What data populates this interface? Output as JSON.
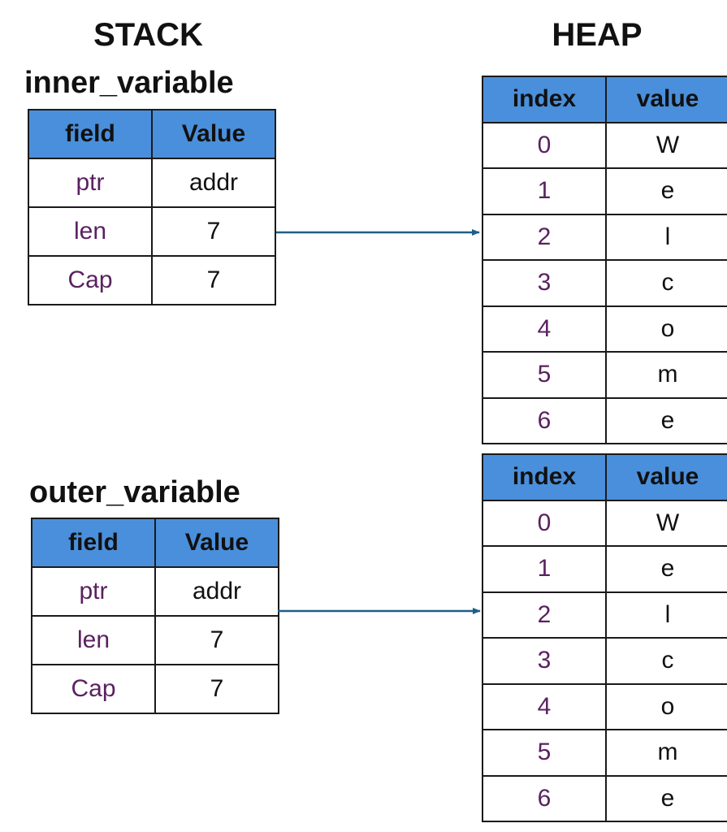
{
  "headings": {
    "stack": "STACK",
    "heap": "HEAP"
  },
  "colors": {
    "header_fill": "#4a8fdb",
    "key_text": "#5a2160",
    "arrow": "#1f5f85",
    "border": "#1a1a1a"
  },
  "stack": {
    "inner": {
      "title": "inner_variable",
      "columns": [
        "field",
        "Value"
      ],
      "rows": [
        {
          "field": "ptr",
          "value": "addr"
        },
        {
          "field": "len",
          "value": "7"
        },
        {
          "field": "Cap",
          "value": "7"
        }
      ]
    },
    "outer": {
      "title": "outer_variable",
      "columns": [
        "field",
        "Value"
      ],
      "rows": [
        {
          "field": "ptr",
          "value": "addr"
        },
        {
          "field": "len",
          "value": "7"
        },
        {
          "field": "Cap",
          "value": "7"
        }
      ]
    }
  },
  "heap": {
    "first": {
      "columns": [
        "index",
        "value"
      ],
      "rows": [
        {
          "index": "0",
          "value": "W"
        },
        {
          "index": "1",
          "value": "e"
        },
        {
          "index": "2",
          "value": "l"
        },
        {
          "index": "3",
          "value": "c"
        },
        {
          "index": "4",
          "value": "o"
        },
        {
          "index": "5",
          "value": "m"
        },
        {
          "index": "6",
          "value": "e"
        }
      ]
    },
    "second": {
      "columns": [
        "index",
        "value"
      ],
      "rows": [
        {
          "index": "0",
          "value": "W"
        },
        {
          "index": "1",
          "value": "e"
        },
        {
          "index": "2",
          "value": "l"
        },
        {
          "index": "3",
          "value": "c"
        },
        {
          "index": "4",
          "value": "o"
        },
        {
          "index": "5",
          "value": "m"
        },
        {
          "index": "6",
          "value": "e"
        }
      ]
    }
  }
}
